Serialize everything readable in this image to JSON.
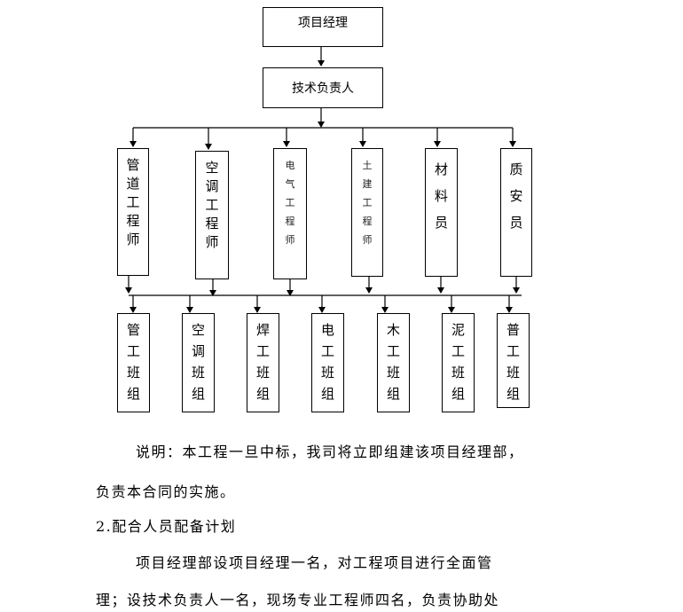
{
  "org_chart": {
    "top": "项目经理",
    "second": "技术负责人",
    "engineers": [
      "管\n道\n工\n程\n师",
      "空\n调\n工\n程\n师",
      "电\n气\n工\n程\n师",
      "土\n建\n工\n程\n师",
      "材\n料\n员",
      "质\n安\n员"
    ],
    "teams": [
      "管\n工\n班\n组",
      "空\n调\n班\n组",
      "焊\n工\n班\n组",
      "电\n工\n班\n组",
      "木\n工\n班\n组",
      "泥\n工\n班\n组",
      "普\n工\n班\n组"
    ]
  },
  "text": {
    "note_line1": "说明：本工程一旦中标，我司将立即组建该项目经理部，",
    "note_line2": "负责本合同的实施。",
    "heading": "2.配合人员配备计划",
    "body_line1": "项目经理部设项目经理一名，对工程项目进行全面管",
    "body_line2": "理；设技术负责人一名，现场专业工程师四名，负责协助处"
  }
}
